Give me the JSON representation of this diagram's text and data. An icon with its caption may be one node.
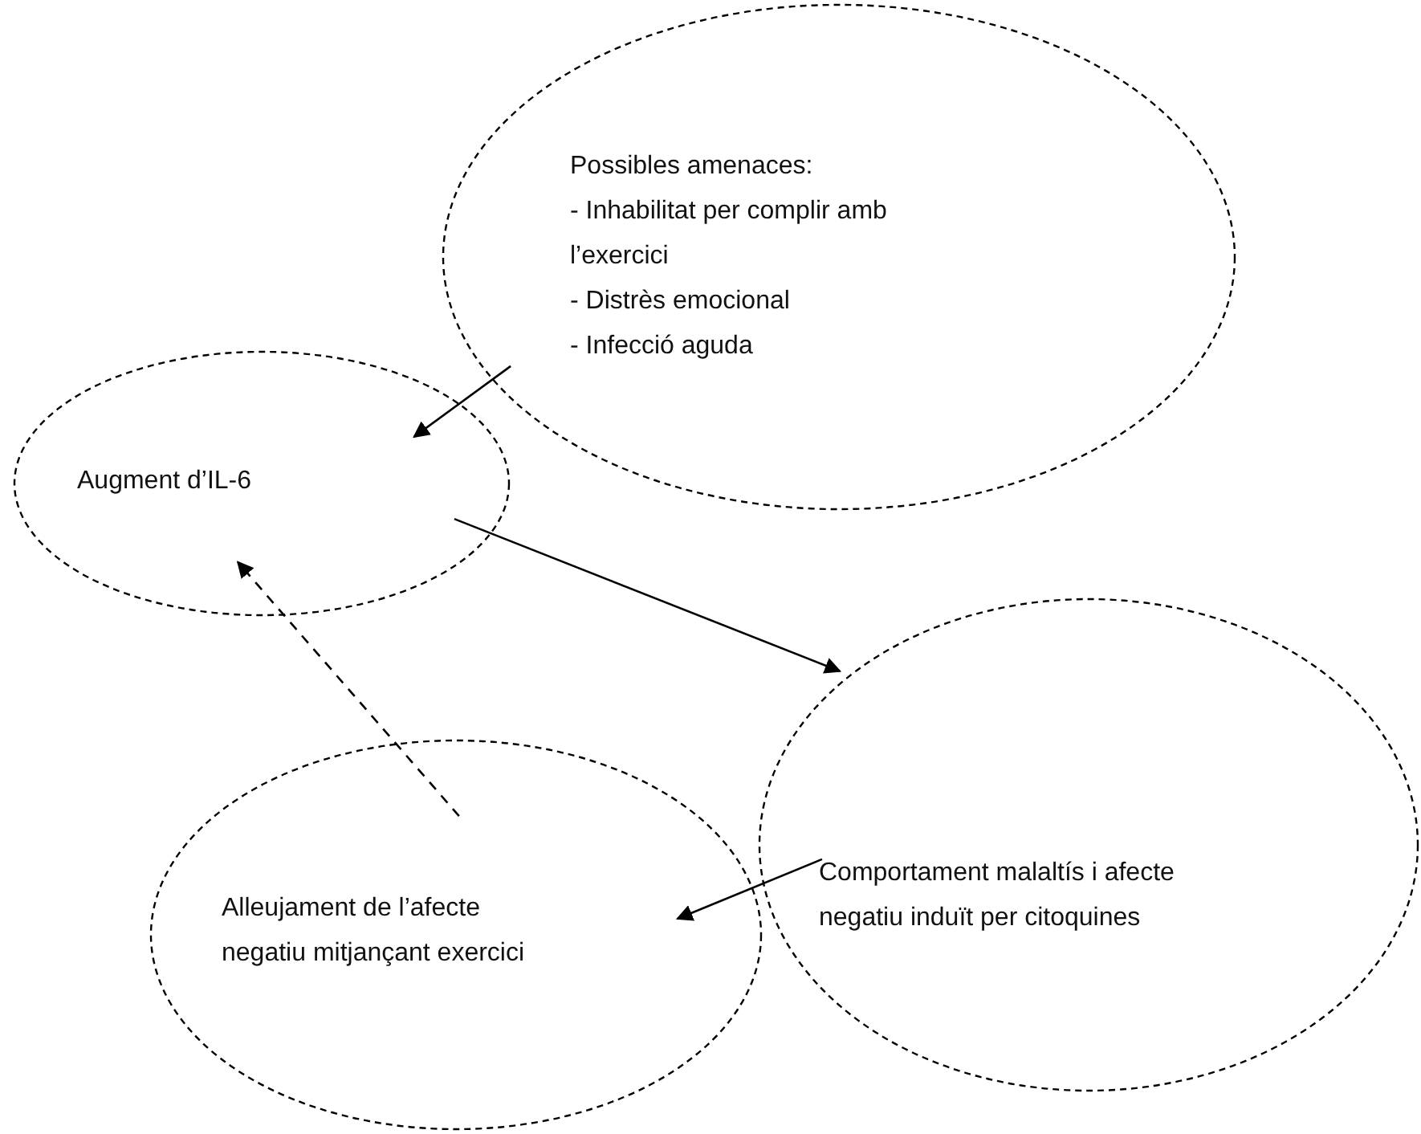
{
  "diagram": {
    "nodes": [
      {
        "text": [
          "Possibles amenaces:",
          "- Inhabilitat per complir amb l’exercici",
          "- Distrès emocional",
          "- Infecció aguda"
        ]
      },
      {
        "text": [
          "Augment d’IL-6"
        ]
      },
      {
        "text": [
          "Comportament malaltís i afecte negatiu induït per citoquines"
        ]
      },
      {
        "text": [
          "Alleujament de l’afecte negatiu mitjançant exercici"
        ]
      }
    ],
    "edges": [
      {
        "from": 0,
        "to": 1,
        "arrow": "to"
      },
      {
        "from": 1,
        "to": 2,
        "arrow": "to"
      },
      {
        "from": 2,
        "to": 3,
        "arrow": "to"
      },
      {
        "from": 3,
        "to": 1,
        "arrow": "to",
        "style": "dashed"
      }
    ]
  }
}
